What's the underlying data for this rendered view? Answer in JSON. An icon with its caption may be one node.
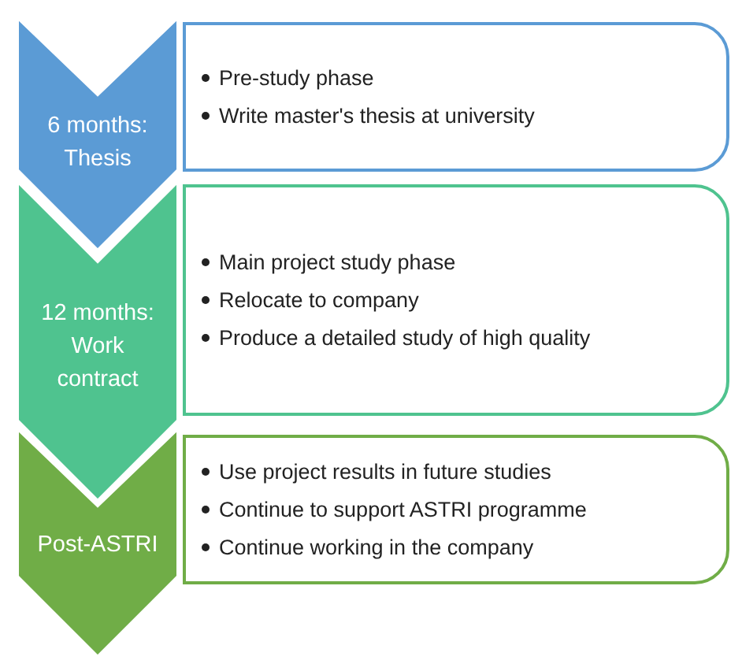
{
  "diagram": {
    "nodes": [
      {
        "text": [
          "6 months: Thesis"
        ]
      },
      {
        "text": [
          "Pre-study phase",
          "Write master's thesis at university"
        ]
      },
      {
        "text": [
          "12 months: Work contract"
        ]
      },
      {
        "text": [
          "Main project study phase",
          "Relocate to company",
          "Produce a detailed study of high quality"
        ]
      },
      {
        "text": [
          "Post-ASTRI"
        ]
      },
      {
        "text": [
          "Use project results in future studies",
          "Continue to support ASTRI programme",
          "Continue working in the company"
        ]
      }
    ]
  }
}
